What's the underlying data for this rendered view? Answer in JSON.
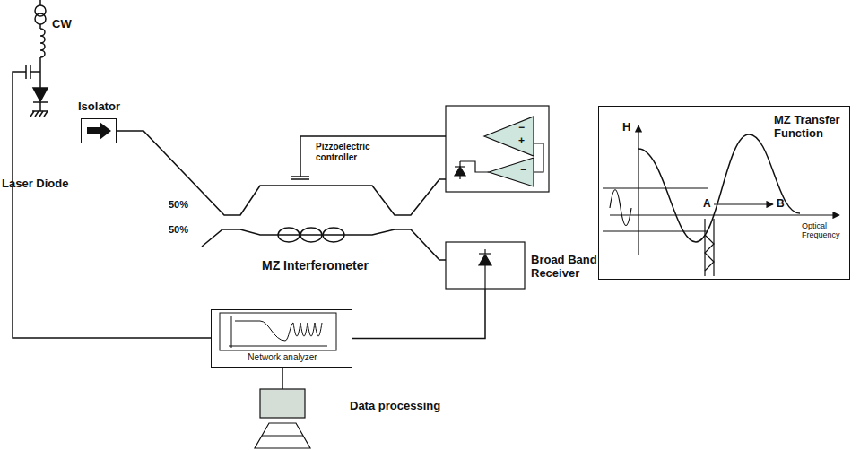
{
  "diagram": {
    "nodes": [
      {
        "text": [
          "Isolator"
        ]
      },
      {
        "text": [
          "MZ Transfer Function",
          "H",
          "A",
          "B",
          "Optical Frequency"
        ]
      },
      {
        "text": [
          "Broad Band Receiver"
        ]
      },
      {
        "text": [
          "Network analyzer"
        ]
      },
      {
        "text": [
          "Data processing"
        ]
      }
    ],
    "edges": [
      {
        "from": 3,
        "to": 2,
        "arrow": "none"
      },
      {
        "from": 3,
        "to": 4,
        "arrow": "none"
      }
    ],
    "labels": [
      "CW",
      "Laser Diode",
      "50%",
      "50%",
      "Pizzoelectric controller",
      "MZ Interferometer",
      "−",
      "+",
      "−"
    ]
  }
}
